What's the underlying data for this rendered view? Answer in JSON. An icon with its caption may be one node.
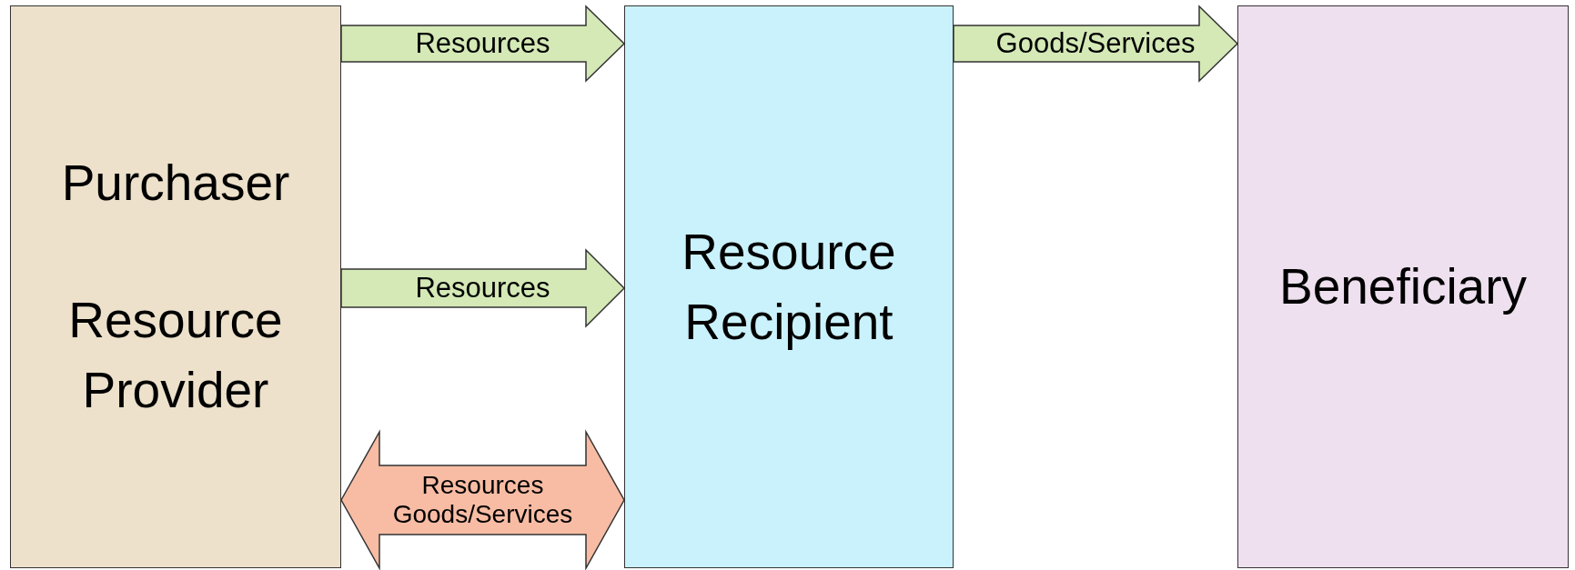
{
  "diagram": {
    "nodes": [
      {
        "text": [
          "Purchaser",
          "Resource Provider"
        ]
      },
      {
        "text": [
          "Resource Recipient"
        ]
      },
      {
        "text": [
          "Beneficiary"
        ]
      }
    ],
    "edges": [
      {
        "from": 0,
        "to": 1,
        "arrow": "to",
        "label": "Resources"
      },
      {
        "from": 0,
        "to": 1,
        "arrow": "to",
        "label": "Resources"
      },
      {
        "from": 0,
        "to": 1,
        "arrow": "both",
        "label": "Resources Goods/Services",
        "color": "#f8bca4"
      },
      {
        "from": 1,
        "to": 2,
        "arrow": "to",
        "label": "Goods/Services"
      }
    ]
  }
}
